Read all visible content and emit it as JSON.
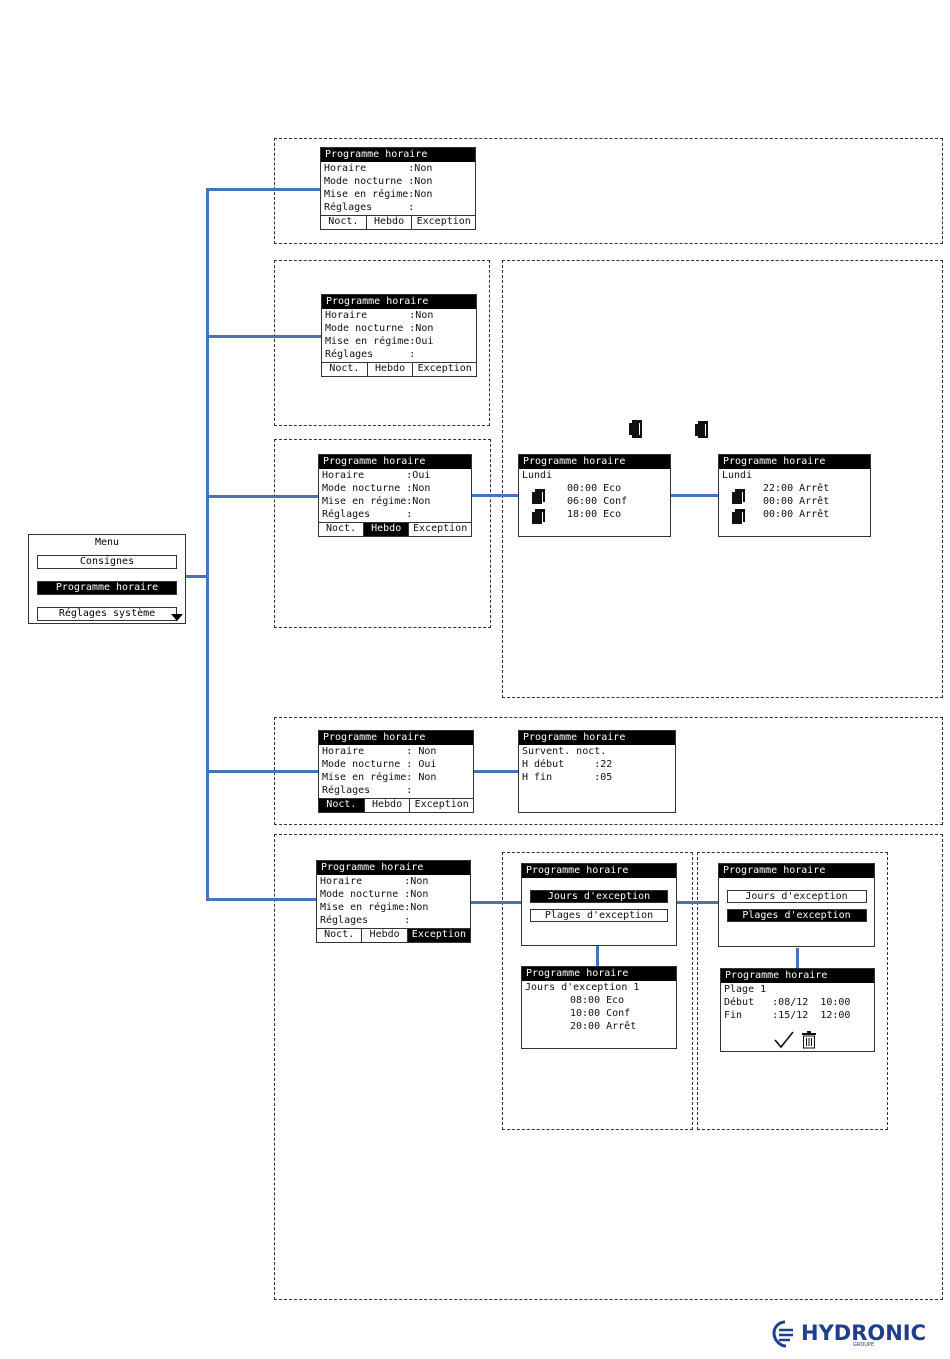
{
  "menu": {
    "title": "Menu",
    "items": [
      "Consignes",
      "Programme horaire",
      "Réglages système"
    ],
    "selected_index": 1
  },
  "screen_title": "Programme horaire",
  "tabs": [
    "Noct.",
    "Hebdo",
    "Exception"
  ],
  "overview_screens": [
    {
      "rows": [
        "Horaire       :Non",
        "Mode nocturne :Non",
        "Mise en régime:Non",
        "Réglages      :"
      ],
      "active_tab": -1
    },
    {
      "rows": [
        "Horaire       :Non",
        "Mode nocturne :Non",
        "Mise en régime:Oui",
        "Réglages      :"
      ],
      "active_tab": -1
    },
    {
      "rows": [
        "Horaire       :Oui",
        "Mode nocturne :Non",
        "Mise en régime:Non",
        "Réglages      :"
      ],
      "active_tab": 1
    },
    {
      "rows": [
        "Horaire       : Non",
        "Mode nocturne : Oui",
        "Mise en régime: Non",
        "Réglages      :"
      ],
      "active_tab": 0
    },
    {
      "rows": [
        "Horaire       :Non",
        "Mode nocturne :Non",
        "Mise en régime:Non",
        "Réglages      :"
      ],
      "active_tab": 2
    }
  ],
  "weekly": {
    "day": "Lundi",
    "screen1": [
      "00:00 Eco",
      "06:00 Conf",
      "18:00 Eco"
    ],
    "screen2": [
      "22:00 Arrêt",
      "00:00 Arrêt",
      "00:00 Arrêt"
    ]
  },
  "night": {
    "rows": [
      "Survent. noct.",
      "H début     :22",
      "H fin       :05"
    ]
  },
  "exception": {
    "jours_label": "Jours d'exception",
    "plages_label": "Plages d'exception",
    "jours_detail": {
      "heading": "Jours d'exception 1",
      "rows": [
        "08:00 Eco",
        "10:00 Conf",
        "20:00 Arrêt"
      ]
    },
    "plage_detail": {
      "rows": [
        "Plage 1",
        "Début   :08/12  10:00",
        "Fin     :15/12  12:00"
      ]
    }
  },
  "logo": {
    "text": "HYDRONIC",
    "subtext": "GROUPE"
  },
  "colors": {
    "connector": "#4a72b8",
    "logo": "#1f3f8a"
  }
}
